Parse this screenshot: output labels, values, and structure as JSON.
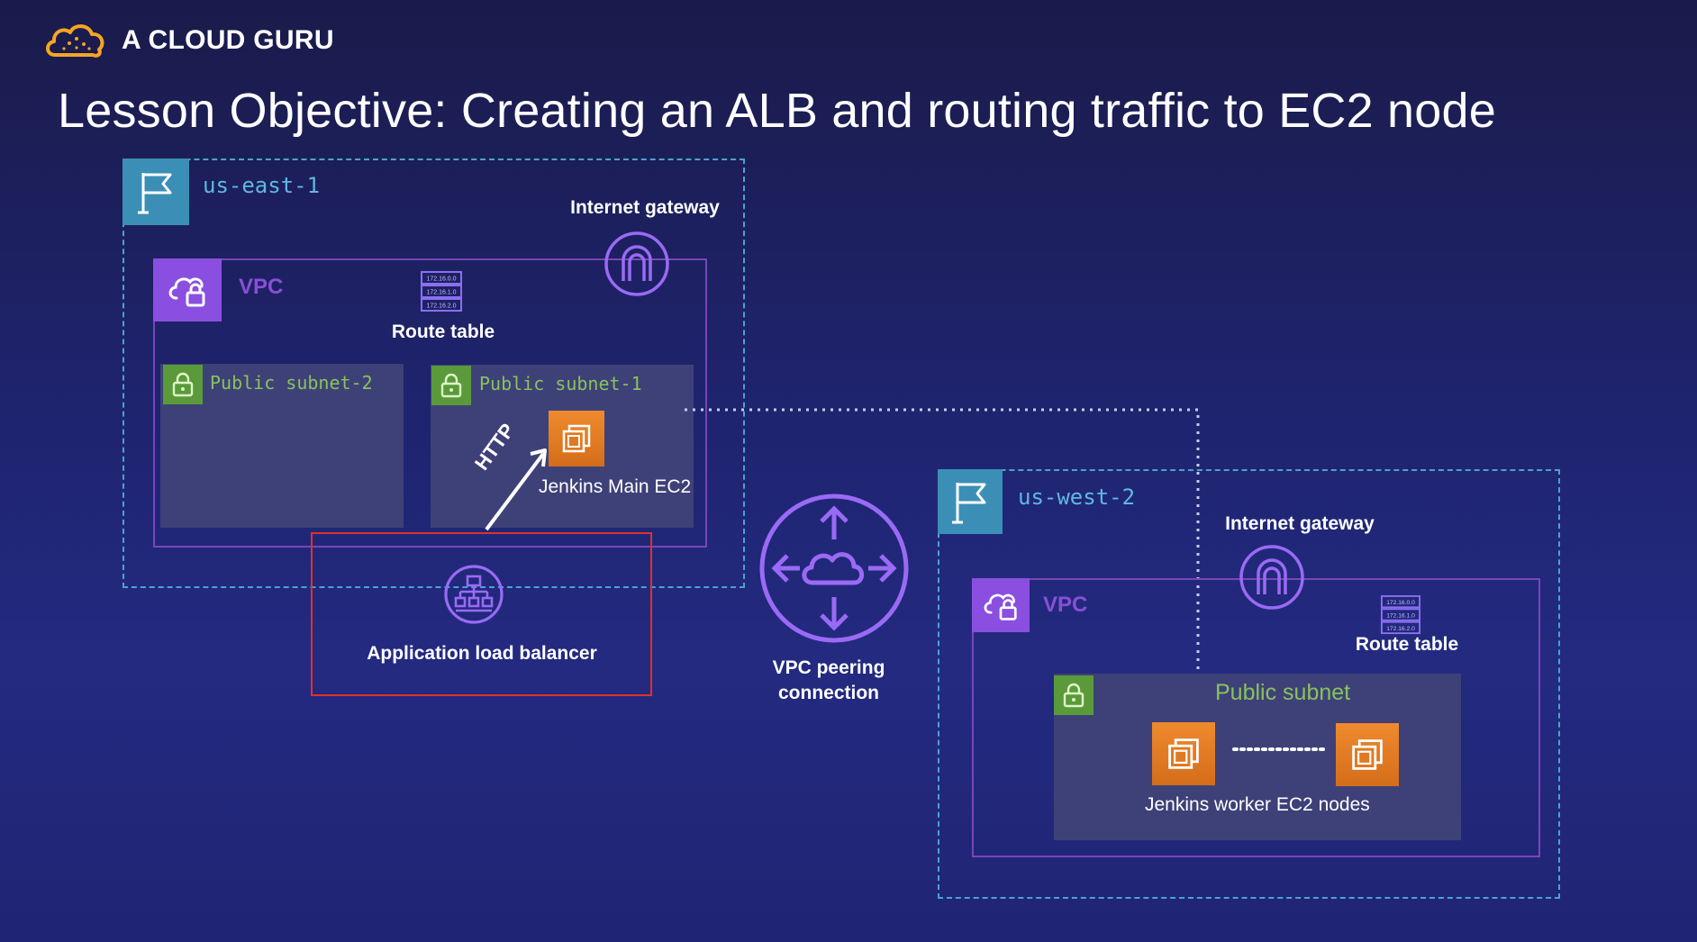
{
  "brand": {
    "name": "A CLOUD GURU",
    "logo_icon": "cloud-logo-icon"
  },
  "title": "Lesson Objective: Creating an ALB and routing traffic to EC2 node",
  "regions": {
    "east": {
      "label": "us-east-1",
      "internet_gateway": "Internet gateway",
      "vpc_label": "VPC",
      "route_table": "Route table",
      "route_entries": [
        "172.16.0.0",
        "172.16.1.0",
        "172.16.2.0"
      ],
      "subnet_2": "Public subnet-2",
      "subnet_1": "Public subnet-1",
      "ec2_label": "Jenkins Main EC2",
      "http_label": "HTTP",
      "alb_label": "Application load balancer"
    },
    "west": {
      "label": "us-west-2",
      "internet_gateway": "Internet gateway",
      "vpc_label": "VPC",
      "route_table": "Route table",
      "route_entries": [
        "172.16.0.0",
        "172.16.1.0",
        "172.16.2.0"
      ],
      "subnet": "Public subnet",
      "ec2_label": "Jenkins worker EC2 nodes"
    }
  },
  "peering": {
    "line1": "VPC peering",
    "line2": "connection"
  },
  "colors": {
    "background": "#1f2470",
    "region_border": "#4aa3cf",
    "vpc_purple": "#8a4fe0",
    "subnet_green": "#88c35a",
    "ec2_orange": "#e77b22",
    "alb_highlight": "#e0302a"
  }
}
